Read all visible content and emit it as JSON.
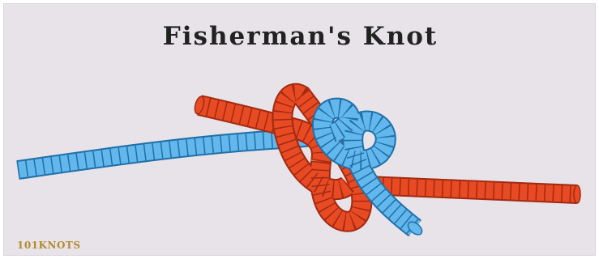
{
  "title": "Fisherman's Knot",
  "logo_text": "101KNOTS",
  "colors": {
    "background": "#e7e3e8",
    "red_rope": "#e84a24",
    "red_rope_dark": "#a12a10",
    "blue_rope": "#62b8ec",
    "blue_rope_dark": "#1f6fa8",
    "logo": "#b58a2f"
  },
  "ropes": [
    {
      "name": "red-rope",
      "color": "red"
    },
    {
      "name": "blue-rope",
      "color": "blue"
    }
  ]
}
